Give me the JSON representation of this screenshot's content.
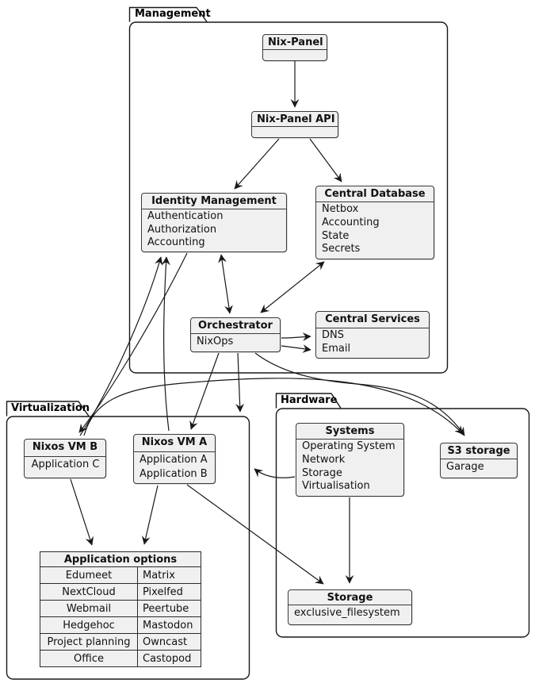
{
  "diagram": {
    "colors": {
      "node_fill": "#f0f0f0",
      "border": "#181818",
      "background": "#ffffff",
      "text": "#000000"
    },
    "packages": {
      "management": {
        "label": "Management"
      },
      "virtualization": {
        "label": "Virtualization"
      },
      "hardware": {
        "label": "Hardware"
      }
    },
    "nodes": {
      "nix_panel": {
        "title": "Nix-Panel",
        "lines": []
      },
      "nix_panel_api": {
        "title": "Nix-Panel API",
        "lines": []
      },
      "identity_management": {
        "title": "Identity Management",
        "lines": [
          "Authentication",
          "Authorization",
          "Accounting"
        ]
      },
      "central_database": {
        "title": "Central Database",
        "lines": [
          "Netbox",
          "Accounting",
          "State",
          "Secrets"
        ]
      },
      "orchestrator": {
        "title": "Orchestrator",
        "lines": [
          "NixOps"
        ]
      },
      "central_services": {
        "title": "Central Services",
        "lines": [
          "DNS",
          "Email"
        ]
      },
      "nixos_vm_b": {
        "title": "Nixos VM B",
        "lines": [
          "Application C"
        ]
      },
      "nixos_vm_a": {
        "title": "Nixos VM A",
        "lines": [
          "Application A",
          "Application B"
        ]
      },
      "systems": {
        "title": "Systems",
        "lines": [
          "Operating System",
          "Network",
          "Storage",
          "Virtualisation"
        ]
      },
      "s3_storage": {
        "title": "S3 storage",
        "lines": [
          "Garage"
        ]
      },
      "storage": {
        "title": "Storage",
        "lines": [
          "exclusive_filesystem"
        ]
      }
    },
    "app_options": {
      "title": "Application options",
      "rows": [
        {
          "left": "Edumeet",
          "right": "Matrix"
        },
        {
          "left": "NextCloud",
          "right": "Pixelfed"
        },
        {
          "left": "Webmail",
          "right": "Peertube"
        },
        {
          "left": "Hedgehoc",
          "right": "Mastodon"
        },
        {
          "left": "Project planning",
          "right": "Owncast"
        },
        {
          "left": "Office",
          "right": "Castopod"
        }
      ]
    },
    "edges": [
      {
        "from": "Nix-Panel",
        "to": "Nix-Panel API",
        "dir": "forward"
      },
      {
        "from": "Nix-Panel API",
        "to": "Identity Management",
        "dir": "forward"
      },
      {
        "from": "Nix-Panel API",
        "to": "Central Database",
        "dir": "forward"
      },
      {
        "from": "Identity Management",
        "to": "Orchestrator",
        "dir": "both"
      },
      {
        "from": "Central Database",
        "to": "Orchestrator",
        "dir": "both"
      },
      {
        "from": "Orchestrator",
        "to": "Central Services (DNS)",
        "dir": "forward"
      },
      {
        "from": "Orchestrator",
        "to": "Central Services (Email)",
        "dir": "forward"
      },
      {
        "from": "Orchestrator",
        "to": "Nixos VM A",
        "dir": "forward"
      },
      {
        "from": "Orchestrator",
        "to": "Virtualization",
        "dir": "forward"
      },
      {
        "from": "Orchestrator",
        "to": "S3 storage",
        "dir": "forward"
      },
      {
        "from": "Nixos VM B",
        "to": "S3 storage",
        "dir": "forward"
      },
      {
        "from": "Nixos VM B",
        "to": "Identity Management",
        "dir": "forward"
      },
      {
        "from": "Nixos VM A",
        "to": "Identity Management",
        "dir": "forward"
      },
      {
        "from": "Identity Management",
        "to": "Nixos VM B",
        "dir": "forward"
      },
      {
        "from": "Nixos VM A",
        "to": "Application options",
        "dir": "forward"
      },
      {
        "from": "Nixos VM B",
        "to": "Application options",
        "dir": "forward"
      },
      {
        "from": "Nixos VM A",
        "to": "Storage",
        "dir": "forward"
      },
      {
        "from": "Systems",
        "to": "Storage",
        "dir": "forward"
      },
      {
        "from": "Systems",
        "to": "Virtualization",
        "dir": "forward"
      }
    ]
  }
}
